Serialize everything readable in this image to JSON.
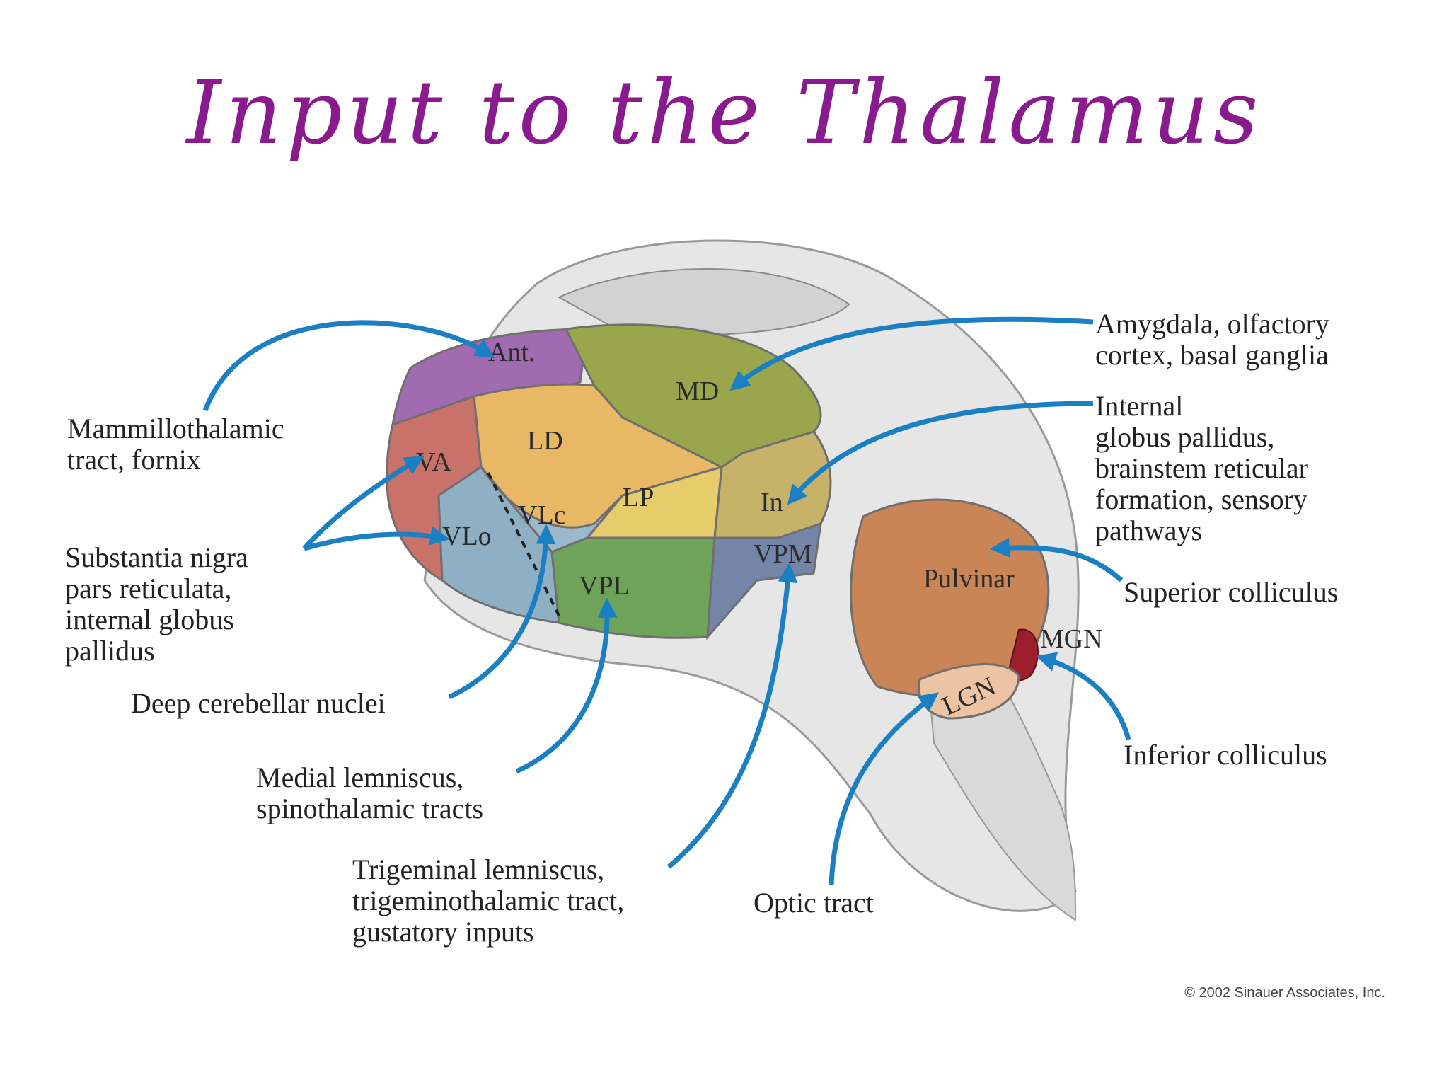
{
  "title": "Input to the Thalamus",
  "regions": {
    "ant": "Ant.",
    "md": "MD",
    "ld": "LD",
    "va": "VA",
    "lp": "LP",
    "vlc": "VLc",
    "vlo": "VLo",
    "vpl": "VPL",
    "in": "In",
    "vpm": "VPM",
    "pulvinar": "Pulvinar",
    "mgn": "MGN",
    "lgn": "LGN"
  },
  "inputs": {
    "mammillothalamic": [
      "Mammillothalamic",
      "tract, fornix"
    ],
    "substantia": [
      "Substantia nigra",
      "pars reticulata,",
      "internal globus",
      "pallidus"
    ],
    "deep_cerebellar": [
      "Deep cerebellar nuclei"
    ],
    "medial_lemniscus": [
      "Medial lemniscus,",
      "spinothalamic tracts"
    ],
    "trigeminal": [
      "Trigeminal lemniscus,",
      "trigeminothalamic tract,",
      "gustatory inputs"
    ],
    "optic": [
      "Optic tract"
    ],
    "amygdala": [
      "Amygdala, olfactory",
      "cortex, basal ganglia"
    ],
    "internal_globus": [
      "Internal",
      "globus pallidus,",
      "brainstem reticular",
      "formation, sensory",
      "pathways"
    ],
    "superior": [
      "Superior colliculus"
    ],
    "inferior": [
      "Inferior colliculus"
    ]
  },
  "copyright": "© 2002 Sinauer Associates, Inc.",
  "colors": {
    "title": "#8a1b8f",
    "arrow": "#1b7fc4",
    "ant": "#a06bb0",
    "md": "#9aa64c",
    "ld": "#e9b865",
    "va": "#c9726a",
    "lp": "#e6cc6a",
    "vlc": "#8fb0c4",
    "vpl": "#6fa35a",
    "vpm": "#7386a8",
    "pulvinar": "#c98556",
    "mgn": "#9c1d2c",
    "lgn": "#ecc3a3"
  }
}
